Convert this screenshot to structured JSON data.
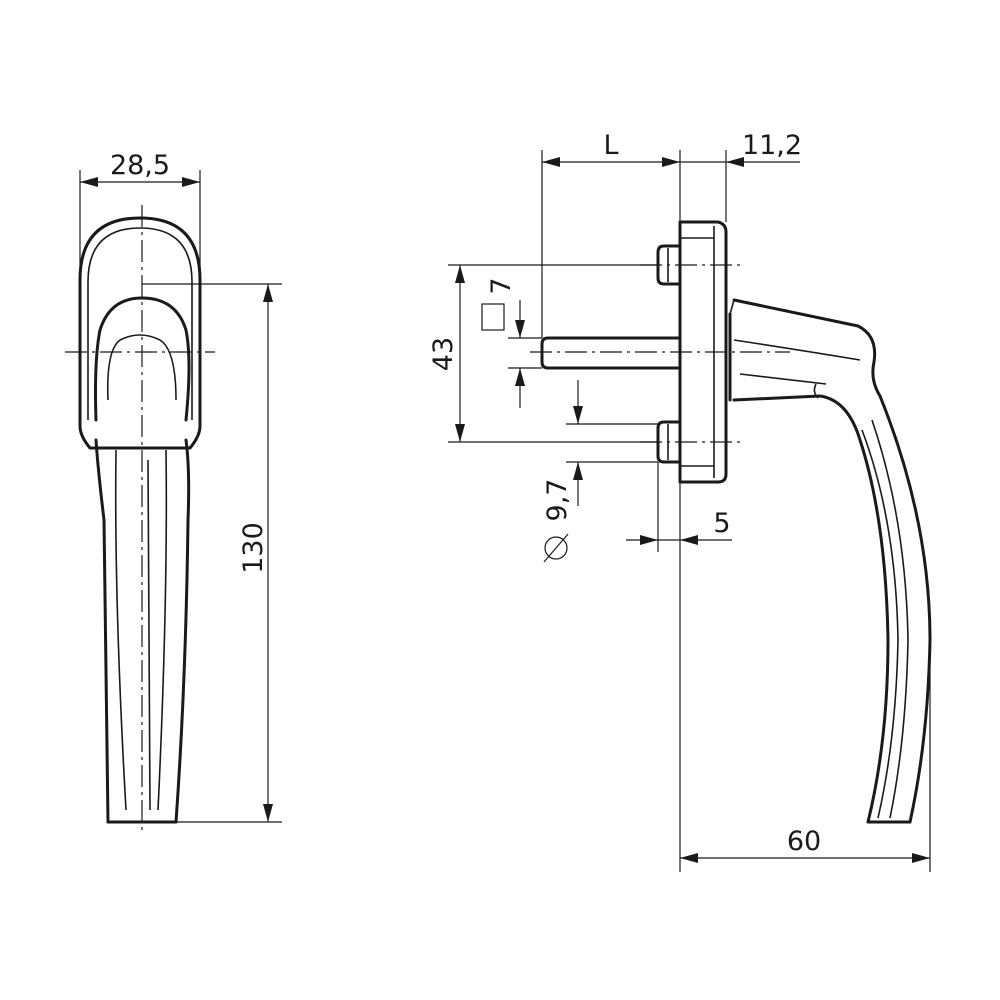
{
  "dimensions": {
    "width_front": "28,5",
    "height_total": "130",
    "length_L": "L",
    "rose_thickness": "11,2",
    "rosette_spacing": "43",
    "square_spindle": "7",
    "screw_diameter": "9,7",
    "screw_offset": "5",
    "projection": "60"
  },
  "icons": {
    "square_symbol": "square-icon",
    "diameter_symbol": "diameter-icon"
  }
}
